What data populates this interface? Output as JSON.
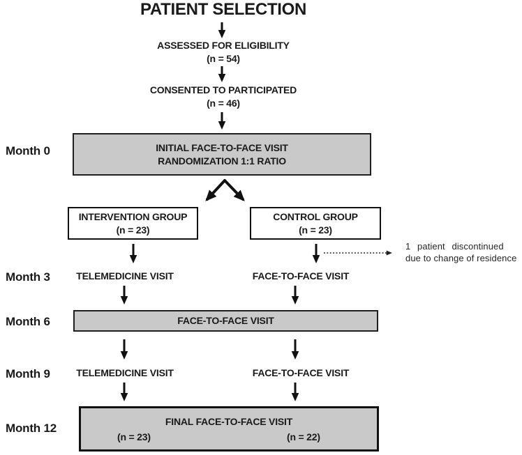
{
  "diagram_title": "PATIENT SELECTION",
  "timeline_labels": {
    "m0": "Month 0",
    "m3": "Month 3",
    "m6": "Month 6",
    "m9": "Month 9",
    "m12": "Month 12"
  },
  "nodes": {
    "assessed": {
      "label": "ASSESSED FOR ELIGIBILITY",
      "n": "(n = 54)"
    },
    "consented": {
      "label": "CONSENTED TO PARTICIPATED",
      "n": "(n = 46)"
    },
    "initial_visit": {
      "line1": "INITIAL FACE-TO-FACE VISIT",
      "line2": "RANDOMIZATION 1:1 RATIO"
    },
    "intervention_group": {
      "label": "INTERVENTION GROUP",
      "n": "(n = 23)"
    },
    "control_group": {
      "label": "CONTROL GROUP",
      "n": "(n = 23)"
    },
    "month3_intervention": "TELEMEDICINE VISIT",
    "month3_control": "FACE-TO-FACE VISIT",
    "month6_visit": "FACE-TO-FACE VISIT",
    "month9_intervention": "TELEMEDICINE VISIT",
    "month9_control": "FACE-TO-FACE VISIT",
    "final_visit": {
      "title": "FINAL FACE-TO-FACE VISIT",
      "n_intervention": "(n = 23)",
      "n_control": "(n = 22)"
    }
  },
  "annotation": {
    "line1": "1 patient discontinued",
    "line2": "due to change of residence"
  },
  "colors": {
    "box_fill": "#c9c9c9",
    "box_border": "#1f1f1f",
    "arrow": "#111111",
    "text": "#1a1a1a"
  }
}
